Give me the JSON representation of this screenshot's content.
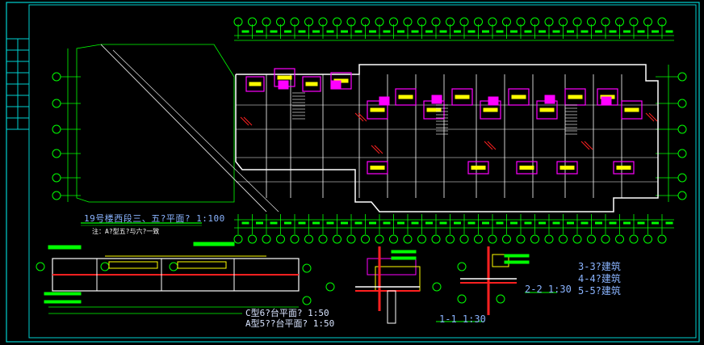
{
  "drawing": {
    "main_plan_title": "19号楼西段三、五?平面? 1:100",
    "main_plan_note": "注：A?型五?与六?一致",
    "balcony_c_title": "C型6?台平面? 1:50",
    "balcony_a_title": "A型5??台平面? 1:50",
    "section_11": "1-1  1:30",
    "section_22": "2-2  1:30",
    "section_33": "3-3?建筑",
    "section_44": "4-4?建筑",
    "section_55": "5-5?建筑"
  },
  "colors": {
    "background": "#000000",
    "border": "#00d0d0",
    "axis": "#00ff00",
    "wall": "#ffffff",
    "room_fill": "#ff00ff",
    "room_text": "#ffff00",
    "hatch": "#ff2020",
    "title_text": "#8ab4ff"
  },
  "icons": [
    "north-arrow-icon",
    "axis-bubble-icon",
    "section-marker-icon"
  ]
}
